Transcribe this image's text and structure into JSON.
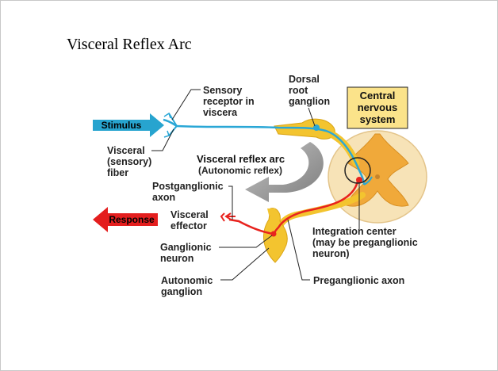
{
  "slide": {
    "title": "Visceral Reflex Arc"
  },
  "diagram": {
    "stimulus": "Stimulus",
    "response": "Response",
    "sensory_receptor": [
      "Sensory",
      "receptor in",
      "viscera"
    ],
    "dorsal_root_ganglion": [
      "Dorsal",
      "root",
      "ganglion"
    ],
    "cns": [
      "Central",
      "nervous",
      "system"
    ],
    "visceral_fiber": [
      "Visceral",
      "(sensory)",
      "fiber"
    ],
    "reflex_arc_title": "Visceral reflex arc",
    "reflex_arc_sub": "(Autonomic reflex)",
    "postganglionic_axon": [
      "Postganglionic",
      "axon"
    ],
    "visceral_effector": [
      "Visceral",
      "effector"
    ],
    "ganglionic_neuron": [
      "Ganglionic",
      "neuron"
    ],
    "autonomic_ganglion": [
      "Autonomic",
      "ganglion"
    ],
    "integration_center": [
      "Integration center",
      "(may be preganglionic",
      "neuron)"
    ],
    "preganglionic_axon": "Preganglionic axon",
    "colors": {
      "sensory": "#2aa7d6",
      "motor": "#e8231e",
      "ganglion": "#f3c42f",
      "cns_box": "#fbe38a",
      "cord": "#f7e3b7",
      "gray_matter": "#f0a93a",
      "stimulus_arrow": "#27a4cf",
      "response_arrow": "#e41e1e",
      "reflex_arrow": "#9a9a9a"
    }
  }
}
